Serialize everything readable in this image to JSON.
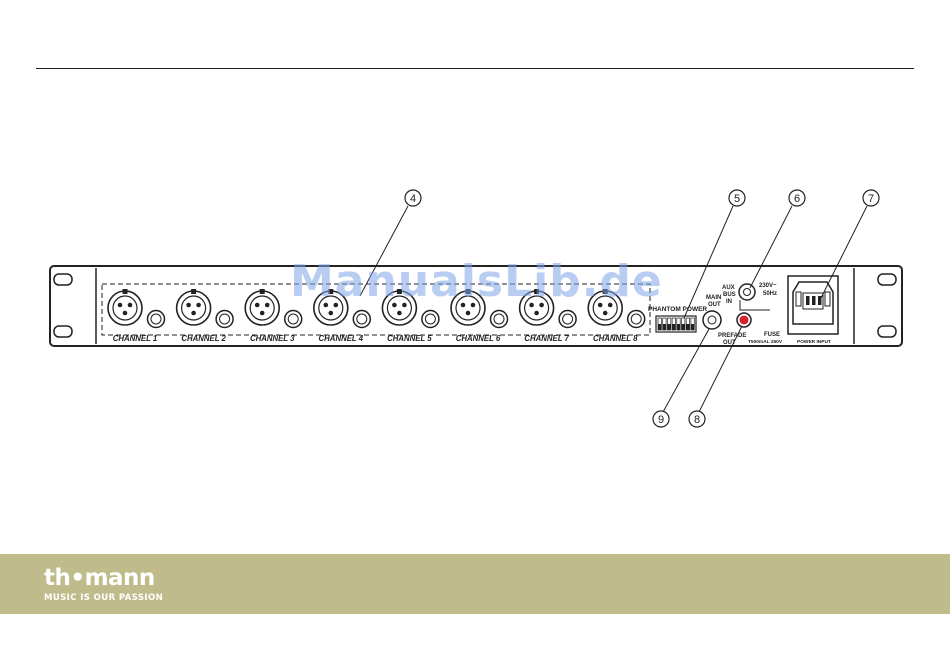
{
  "watermark": "ManualsLib.de",
  "callouts": [
    {
      "id": "callout-4",
      "label": "4"
    },
    {
      "id": "callout-5",
      "label": "5"
    },
    {
      "id": "callout-6",
      "label": "6"
    },
    {
      "id": "callout-7",
      "label": "7"
    },
    {
      "id": "callout-8",
      "label": "8"
    },
    {
      "id": "callout-9",
      "label": "9"
    }
  ],
  "channels": [
    "CHANNEL 1",
    "CHANNEL 2",
    "CHANNEL 3",
    "CHANNEL 4",
    "CHANNEL 5",
    "CHANNEL 6",
    "CHANNEL 7",
    "CHANNEL 8"
  ],
  "panel_labels": {
    "phantom_power": "PHANTOM POWER",
    "main": "MAIN",
    "out": "OUT",
    "aux": "AUX",
    "bus": "BUS",
    "in": "IN",
    "voltage": "230V~",
    "frequency": "50Hz",
    "prefade": "PREFADE",
    "prefade_out": "OUT",
    "fuse": "FUSE",
    "fuse_rating": "T500mAL 250V",
    "power_input": "POWER INPUT"
  },
  "footer": {
    "logo": "th•mann",
    "tagline": "MUSIC IS OUR PASSION",
    "band_color": "#bfbb8a"
  }
}
